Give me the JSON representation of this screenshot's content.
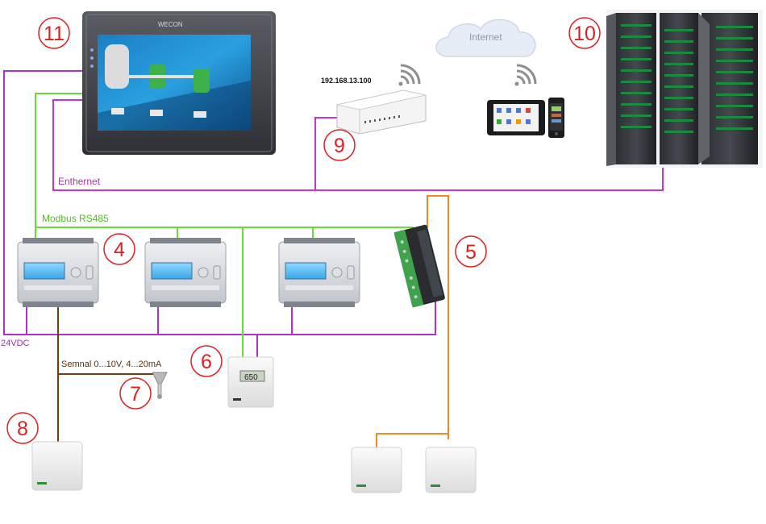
{
  "labels": {
    "enthernet": "Enthernet",
    "modbus": "Modbus RS485",
    "power": "24VDC",
    "signal": "Semnal 0...10V, 4...20mA",
    "internet": "Internet",
    "ip_address": "192.168.13.100",
    "hmi_brand": "WECON",
    "sensor_display": "650"
  },
  "markers": [
    "11",
    "10",
    "9",
    "4",
    "5",
    "6",
    "7",
    "8"
  ],
  "colors": {
    "ethernet": "#cc33cc",
    "modbus": "#66dd33",
    "power": "#b030cc",
    "signal": "#7a3a10",
    "orange_bus": "#f08a20",
    "marker": "#e02020"
  },
  "icons": [
    "hmi-panel-icon",
    "router-icon",
    "cloud-icon",
    "wifi-icon",
    "tablet-icon",
    "phone-icon",
    "server-rack-icon",
    "controller-icon",
    "io-module-icon",
    "wall-sensor-icon",
    "probe-sensor-icon"
  ]
}
